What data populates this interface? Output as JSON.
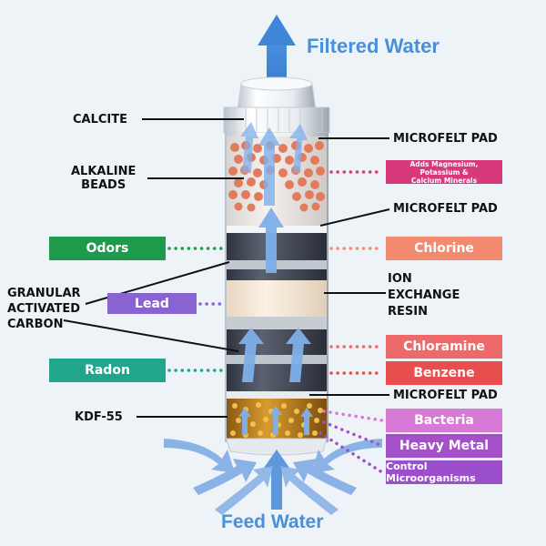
{
  "titles": {
    "top": "Filtered Water",
    "bottom": "Feed Water"
  },
  "left_labels": {
    "calcite": "CALCITE",
    "alkaline_beads": "ALKALINE\nBEADS",
    "granular_carbon": "GRANULAR\nACTIVATED\nCARBON",
    "kdf": "KDF-55"
  },
  "right_labels": {
    "microfelt_top": "MICROFELT PAD",
    "microfelt_mid": "MICROFELT PAD",
    "ion_exchange": "ION\nEXCHANGE\nRESIN",
    "microfelt_bottom": "MICROFELT PAD"
  },
  "left_tags": {
    "odors": "Odors",
    "lead": "Lead",
    "radon": "Radon"
  },
  "right_tags": {
    "minerals": "Adds Magnesium, Potassium &\nCalcium Minerals",
    "chlorine": "Chlorine",
    "chloramine": "Chloramine",
    "benzene": "Benzene",
    "bacteria": "Bacteria",
    "heavy_metal": "Heavy Metal",
    "microorganisms": "Control Microorganisms"
  },
  "colors": {
    "title_blue": "#4a90d9",
    "odors": "#1f9a4c",
    "lead": "#8a63d2",
    "radon": "#22a58d",
    "minerals": "#d8397a",
    "chlorine": "#f28a70",
    "chloramine": "#ee6a6a",
    "benzene": "#e94e4e",
    "bacteria": "#d77ad6",
    "heavy_metal": "#a451c9",
    "microorganisms": "#9c4fcb"
  }
}
